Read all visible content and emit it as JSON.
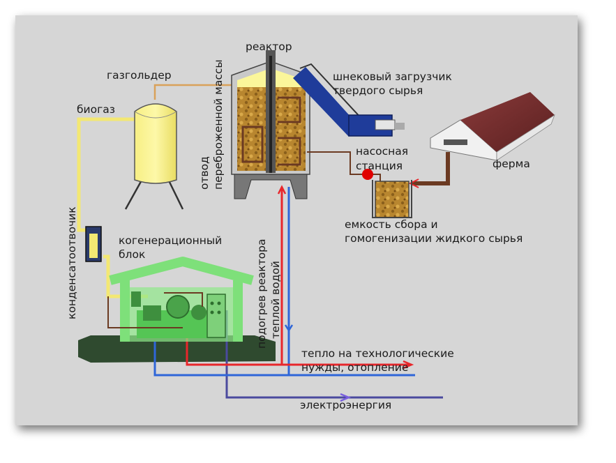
{
  "labels": {
    "reactor": "реактор",
    "gasholder": "газгольдер",
    "biogas": "биогаз",
    "screw_loader_line1": "шнековый загрузчик",
    "screw_loader_line2": "твердого сырья",
    "pump_station_line1": "насосная",
    "pump_station_line2": "станция",
    "farm": "ферма",
    "tank_line1": "емкость сбора и",
    "tank_line2": "гомогенизации жидкого сырья",
    "cogeneration_line1": "когенерационный",
    "cogeneration_line2": "блок",
    "condensate_trap": "конденсатоотвочик",
    "digestate_line1": "отвод",
    "digestate_line2": "переброженной массы",
    "reactor_heating_line1": "подогрев реактора",
    "reactor_heating_line2": "теплой водой",
    "heat_line1": "тепло на технологические",
    "heat_line2": "нужды, отопление",
    "electricity": "электроэнергия"
  },
  "colors": {
    "background": "#d6d6d6",
    "gas_line": "#f3e873",
    "gasholder_fill": "#fbf69a",
    "hot_water_line": "#e8262b",
    "return_water_line": "#2f66d8",
    "electricity_line": "#4b4a9e",
    "slurry_line": "#6b3a22",
    "reactor_body": "#c9c9c9",
    "reactor_content": "#b8862f",
    "cogeneration_building": "#7ee07a",
    "ground": "#2f4a2f",
    "pump_marker": "#e00000",
    "screw_loader": "#1f3c9a"
  }
}
